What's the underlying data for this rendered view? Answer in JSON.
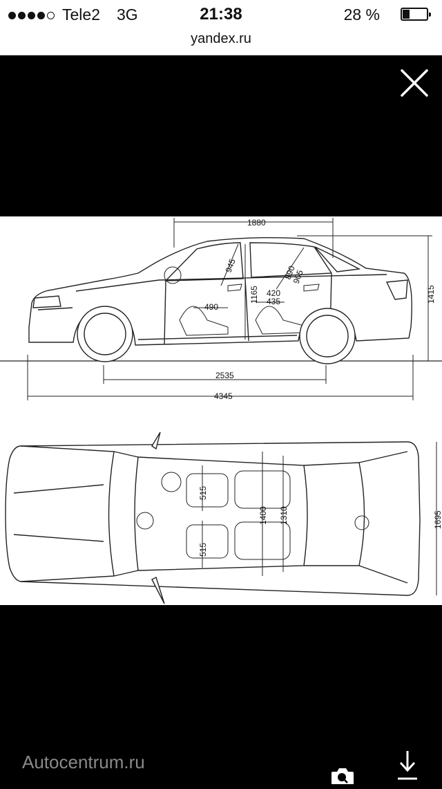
{
  "status_bar": {
    "carrier": "Tele2",
    "network": "3G",
    "time": "21:38",
    "battery": "28 %",
    "battery_level": 0.28,
    "signal_bars": 4
  },
  "browser": {
    "url": "yandex.ru"
  },
  "viewer": {
    "close_icon": "close-icon",
    "caption": "Autocentrum.ru",
    "search_icon": "camera-search-icon",
    "download_icon": "download-icon"
  },
  "blueprint": {
    "side_view": {
      "roof_length": "1880",
      "front_headroom": "945",
      "rear_headroom": "890",
      "rear_headroom_2": "905",
      "floor_height": "1165",
      "front_seat": "490",
      "rear_seat": "420",
      "rear_seat_2": "435",
      "height": "1415",
      "wheelbase": "2535",
      "length": "4345"
    },
    "top_view": {
      "seat_width_left": "515",
      "seat_width_right": "515",
      "shoulder_width": "1400",
      "hip_width": "1310",
      "width": "1695"
    }
  }
}
